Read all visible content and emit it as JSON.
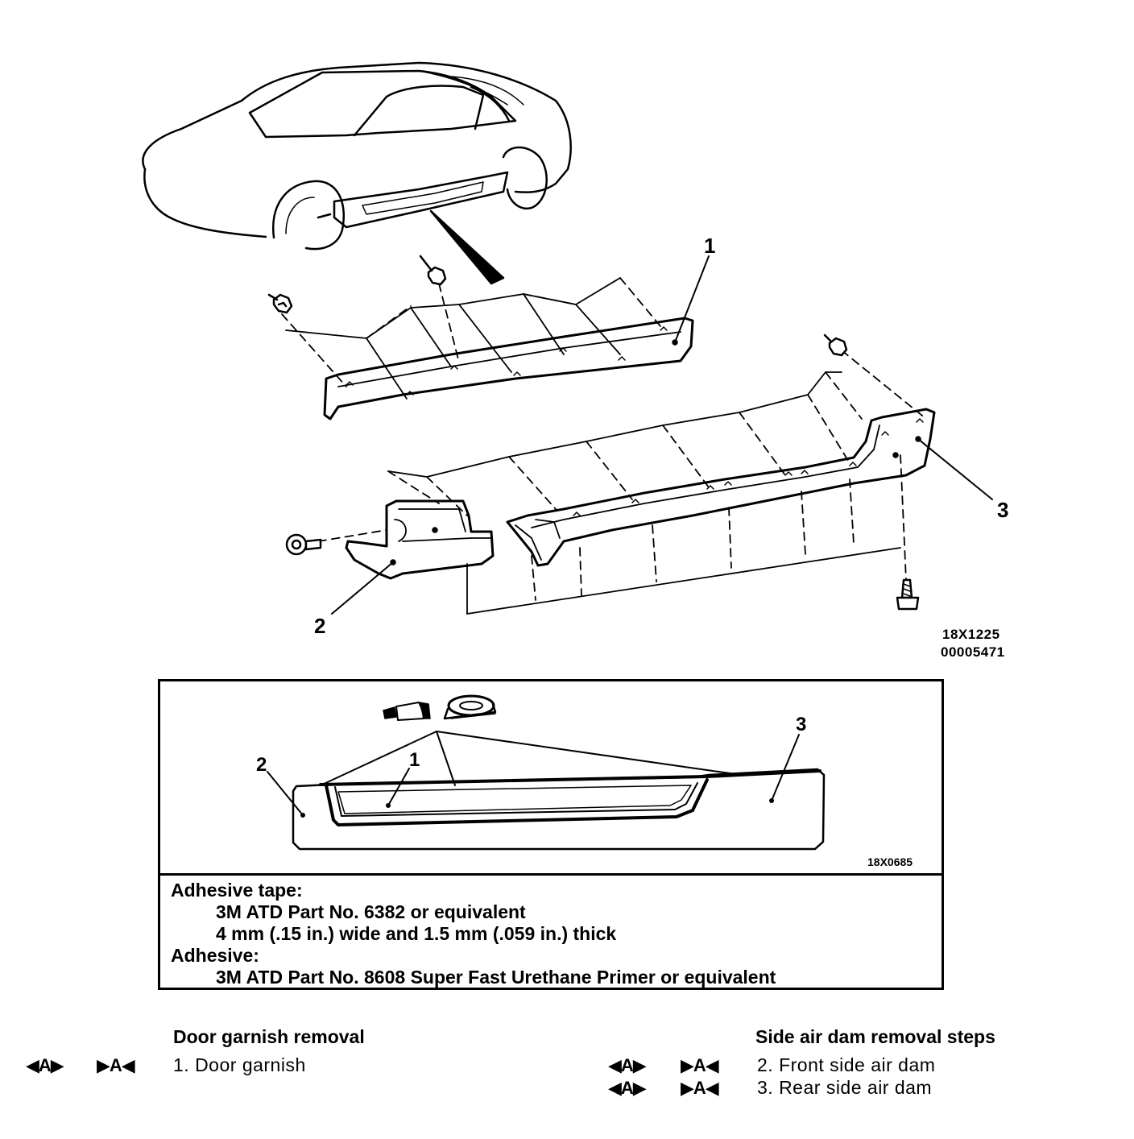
{
  "figure": {
    "main_code_1": "18X1225",
    "main_code_2": "00005471",
    "inset_code": "18X0685",
    "callouts": [
      "1",
      "2",
      "3"
    ]
  },
  "spec": {
    "tape_label": "Adhesive tape:",
    "tape_part": "3M ATD Part No. 6382 or equivalent",
    "tape_size": "4 mm (.15 in.) wide and 1.5 mm (.059 in.) thick",
    "adhesive_label": "Adhesive:",
    "adhesive_part": "3M ATD Part No. 8608 Super Fast Urethane Primer or equivalent"
  },
  "steps": {
    "left": {
      "title": "Door garnish removal",
      "items": [
        {
          "marker_a": "◀A▶",
          "marker_b": "▶A◀",
          "text": "1. Door garnish"
        }
      ]
    },
    "right": {
      "title": "Side air dam removal steps",
      "items": [
        {
          "marker_a": "◀A▶",
          "marker_b": "▶A◀",
          "text": "2. Front side air dam"
        },
        {
          "marker_a": "◀A▶",
          "marker_b": "▶A◀",
          "text": "3. Rear side air dam"
        }
      ]
    }
  }
}
